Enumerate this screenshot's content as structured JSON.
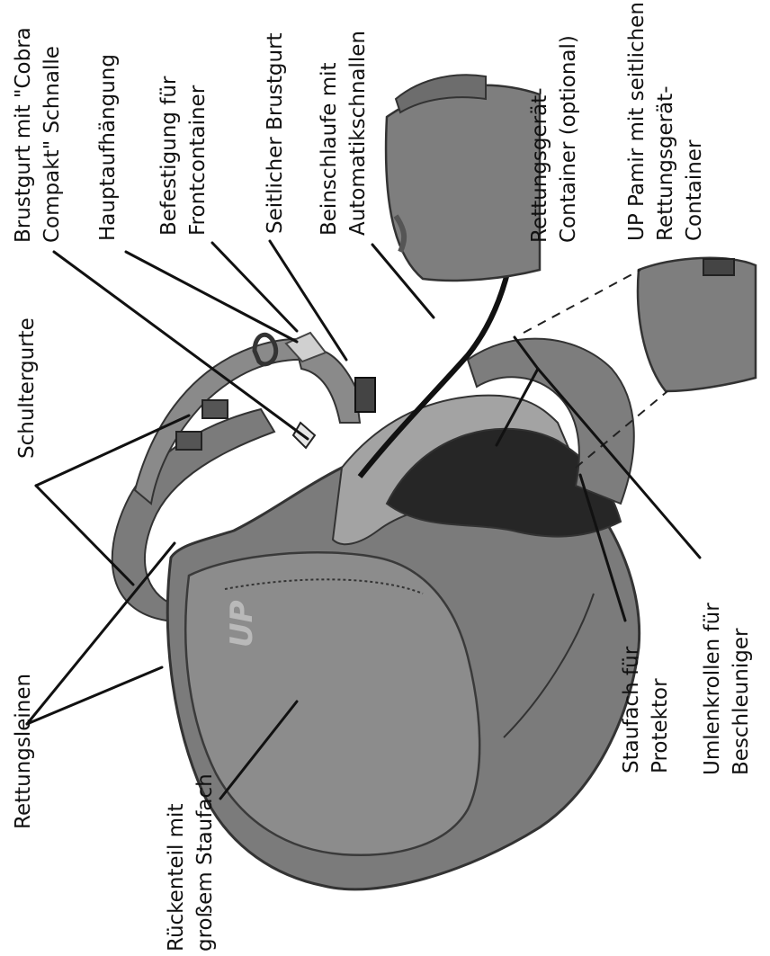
{
  "colors": {
    "background": "#ffffff",
    "harness_dark": "#5a5a5a",
    "harness_mid": "#7b7b7b",
    "harness_light": "#a3a3a3",
    "seat_black": "#262626",
    "leader_line": "#111111",
    "label_text": "#111111"
  },
  "brand": "UP",
  "labels": {
    "brustgurt": [
      "Brustgurt mit \"Cobra",
      "Compakt\" Schnalle"
    ],
    "hauptaufhaengung": [
      "Hauptaufhängung"
    ],
    "befestigung": [
      "Befestigung für",
      "Frontcontainer"
    ],
    "seitlicher_brustgurt": [
      "Seitlicher Brustgurt"
    ],
    "beinschlaufe": [
      "Beinschlaufe mit",
      "Automatikschnallen"
    ],
    "rettungsgeraet_container": [
      "Rettungsgerät-",
      "Container (optional)"
    ],
    "up_pamir": [
      "UP Pamir mit seitlichen",
      "Rettungsgerät-",
      "Container"
    ],
    "schultergurte": [
      "Schultergurte"
    ],
    "rettungsleinen": [
      "Rettungsleinen"
    ],
    "rueckenteil": [
      "Rückenteil mit",
      "großem Staufach"
    ],
    "staufach": [
      "Staufach für",
      "Protektor"
    ],
    "umlenkrollen": [
      "Umlenkrollen für",
      "Beschleuniger"
    ]
  }
}
